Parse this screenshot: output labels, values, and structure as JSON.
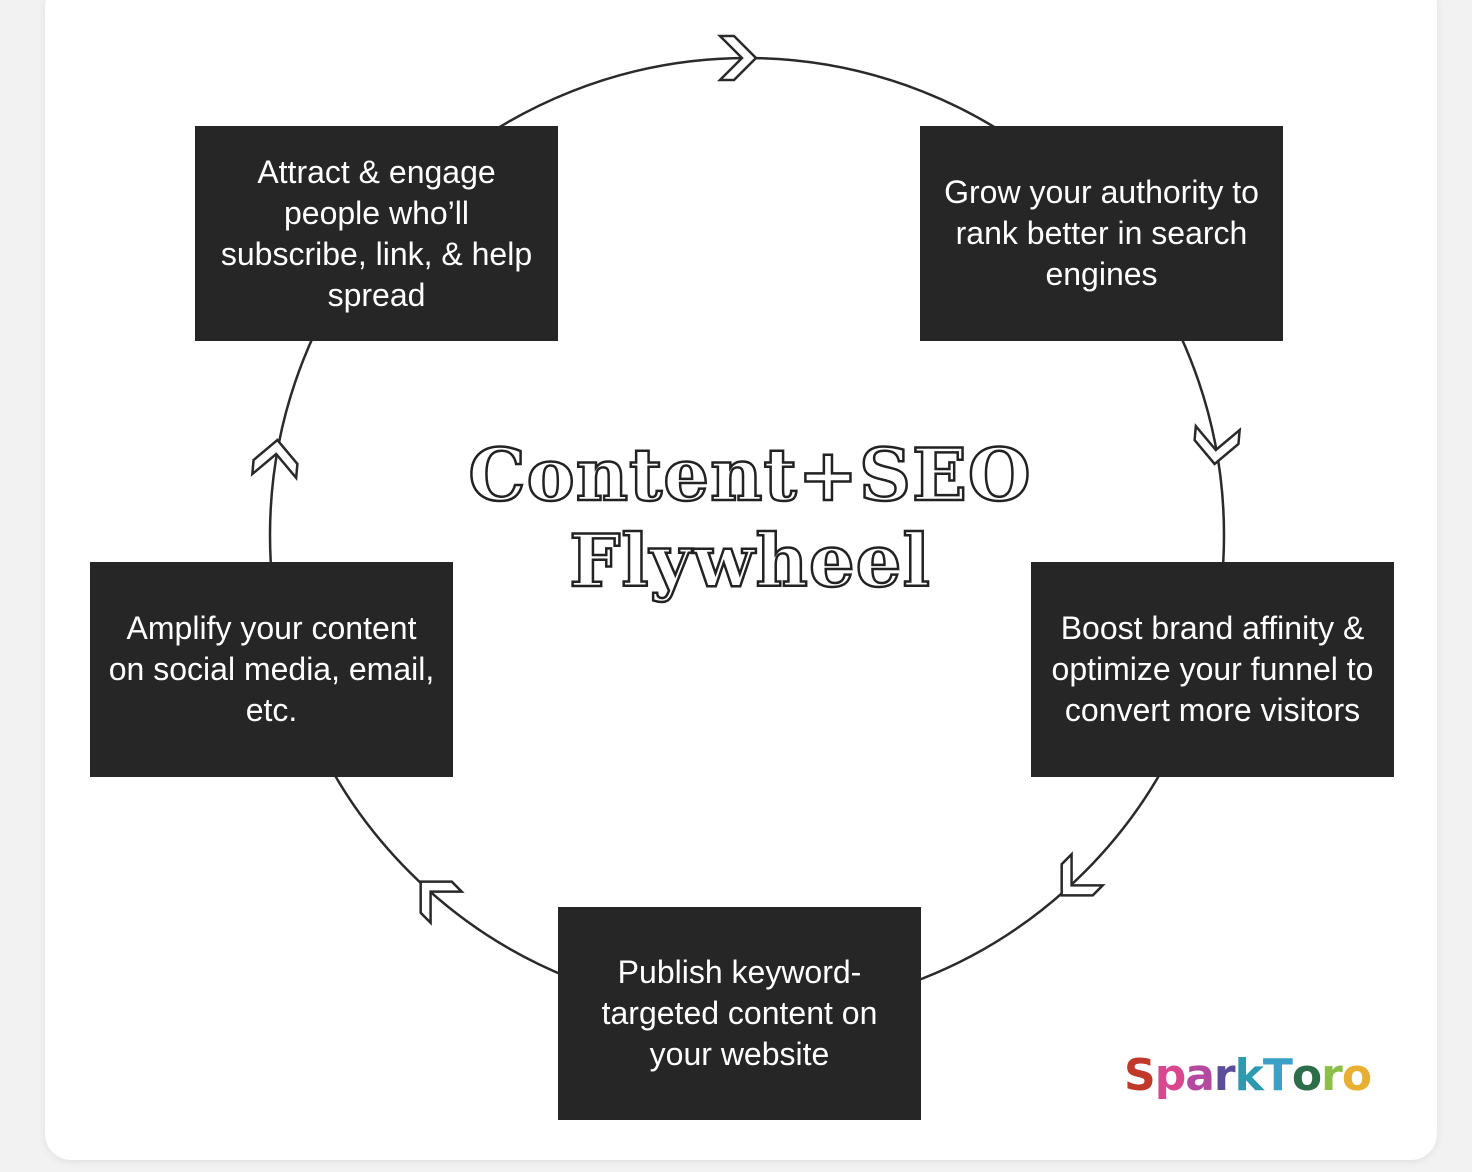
{
  "title": {
    "line1": "Content+SEO",
    "line2": "Flywheel"
  },
  "steps": [
    {
      "text": "Attract & engage people who’ll subscribe, link, & help spread"
    },
    {
      "text": "Grow your authority to rank better in search engines"
    },
    {
      "text": "Boost brand affinity & optimize your funnel to convert more visitors"
    },
    {
      "text": "Publish keyword-targeted content on your website"
    },
    {
      "text": "Amplify your content on social media, email, etc."
    }
  ],
  "logo": {
    "text": "SparkToro",
    "letter_colors": [
      "#c0392b",
      "#d9478f",
      "#b34aa0",
      "#5d4e9c",
      "#2e9ab0",
      "#3aa0c8",
      "#2d6e4a",
      "#8bbf4a",
      "#e8b032"
    ]
  },
  "colors": {
    "box": "#262626",
    "line": "#2a2a2a"
  }
}
